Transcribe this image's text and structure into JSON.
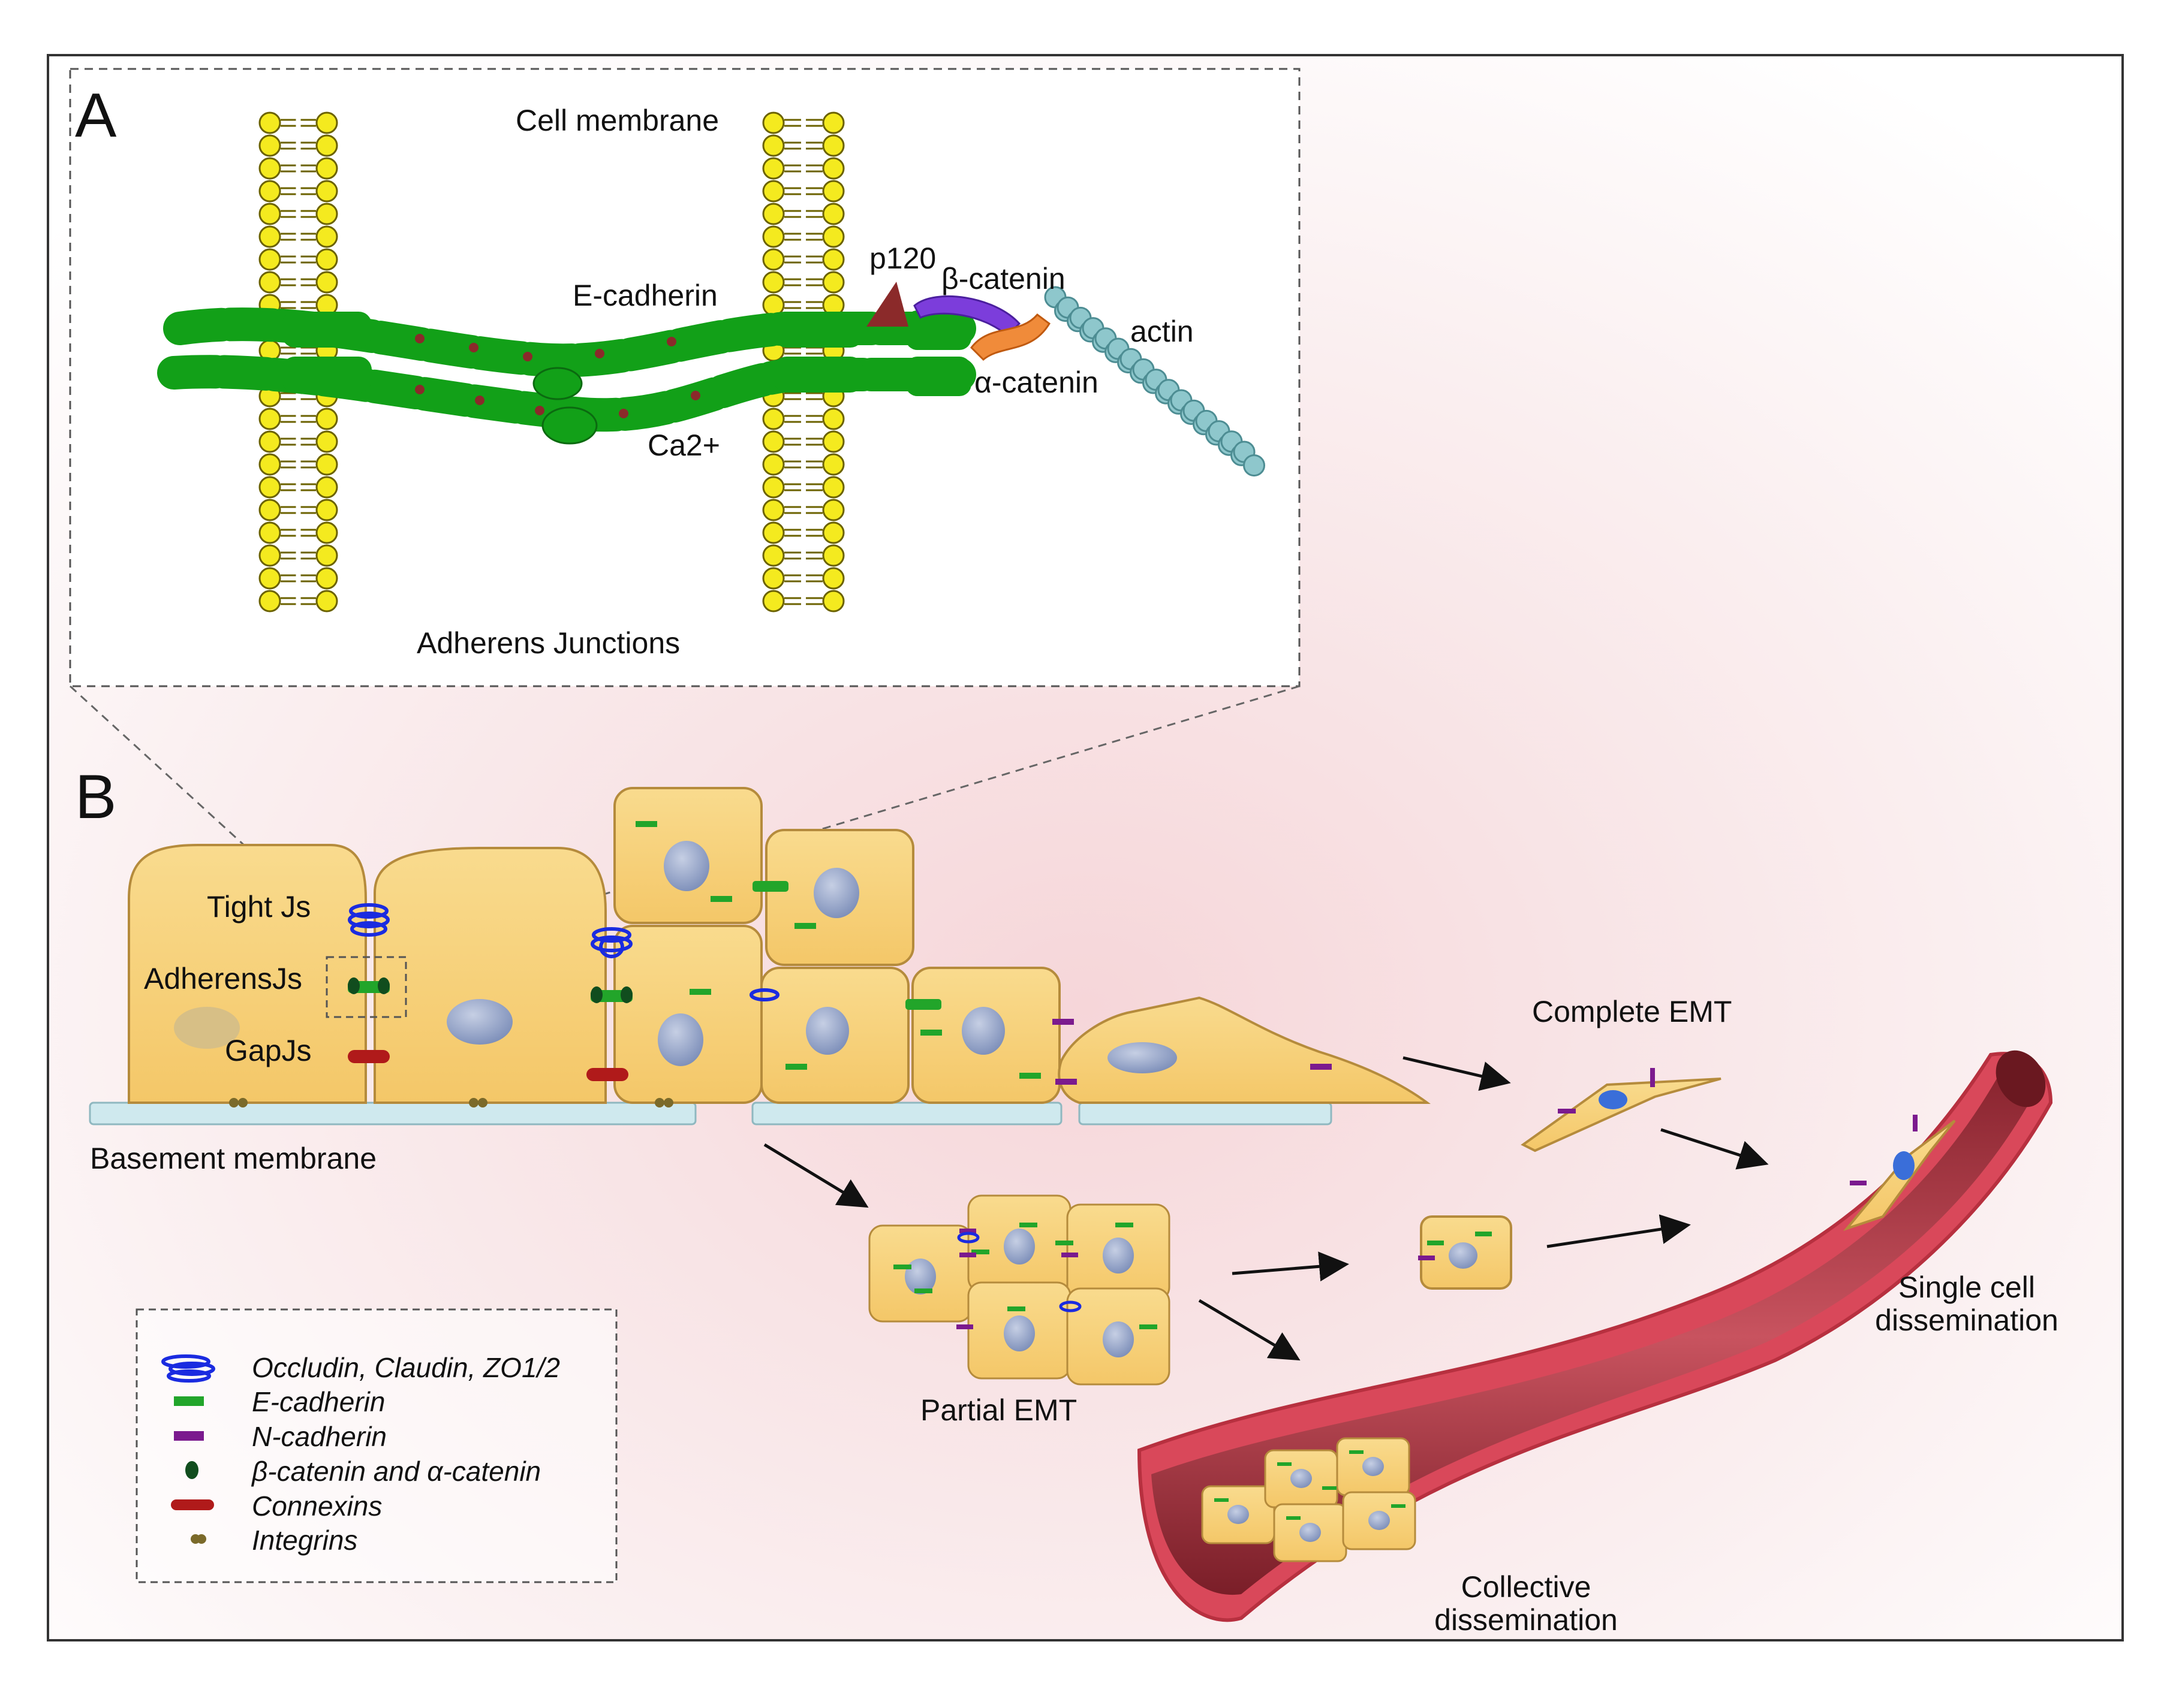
{
  "panel_a": {
    "letter": "A",
    "cell_membrane": "Cell membrane",
    "e_cadherin": "E-cadherin",
    "p120": "p120",
    "beta_catenin": "β-catenin",
    "alpha_catenin": "α-catenin",
    "actin": "actin",
    "ca2": "Ca2+",
    "adherens_junctions": "Adherens Junctions"
  },
  "panel_b": {
    "letter": "B",
    "tight_js": "Tight Js",
    "adherens_js": "AdherensJs",
    "gap_js": "GapJs",
    "basement_membrane": "Basement membrane",
    "complete_emt": "Complete EMT",
    "partial_emt": "Partial EMT",
    "single_cell_line1": "Single cell",
    "single_cell_line2": "dissemination",
    "collective_line1": "Collective",
    "collective_line2": "dissemination"
  },
  "legend": {
    "items": [
      {
        "label": "Occludin, Claudin, ZO1/2",
        "icon": "coil-icon",
        "color": "#1a2be0"
      },
      {
        "label": "E-cadherin",
        "icon": "green-bar-icon",
        "color": "#22a52a"
      },
      {
        "label": "N-cadherin",
        "icon": "purple-bar-icon",
        "color": "#7b1a8e"
      },
      {
        "label": "β-catenin and α-catenin",
        "icon": "dark-green-dot-icon",
        "color": "#114d1e"
      },
      {
        "label": "Connexins",
        "icon": "connexin-icon",
        "color": "#b01a1a"
      },
      {
        "label": "Integrins",
        "icon": "integrin-icon",
        "color": "#7b6a2a"
      }
    ]
  },
  "colors": {
    "cell_fill": "#f7d17c",
    "cell_stroke": "#b58b3c",
    "nucleus": "#8fa0c4",
    "lipid_head": "#f4ea1f",
    "cadherin": "#12a018",
    "vessel": "#d9485a",
    "basement": "#cfe9ee",
    "actin": "#8ec7cc"
  }
}
